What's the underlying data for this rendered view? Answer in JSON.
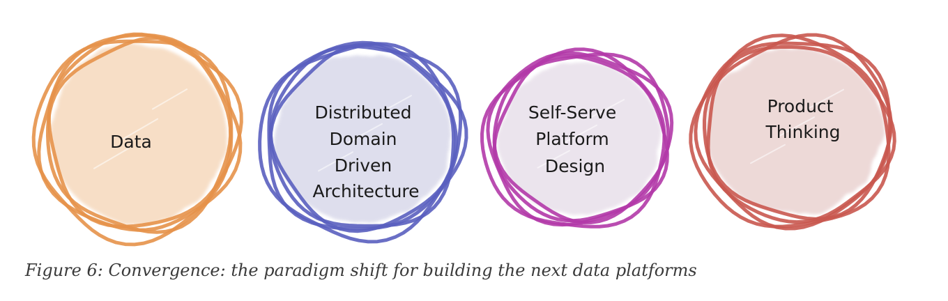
{
  "figure": {
    "caption": "Figure 6: Convergence: the paradigm shift for building the next data platforms"
  },
  "circles": [
    {
      "id": "data",
      "lines": [
        "Data"
      ],
      "stroke_color": "#e6924a",
      "fill_color": "#f6d9bd"
    },
    {
      "id": "ddd",
      "lines": [
        "Distributed",
        "Domain",
        "Driven",
        "Architecture"
      ],
      "stroke_color": "#5a5fbf",
      "fill_color": "#d9d9ea"
    },
    {
      "id": "platform",
      "lines": [
        "Self-Serve",
        "Platform",
        "Design"
      ],
      "stroke_color": "#b33aa8",
      "fill_color": "#e8e0ea"
    },
    {
      "id": "product",
      "lines": [
        "Product",
        "Thinking"
      ],
      "stroke_color": "#c9584f",
      "fill_color": "#ead3d1"
    }
  ]
}
